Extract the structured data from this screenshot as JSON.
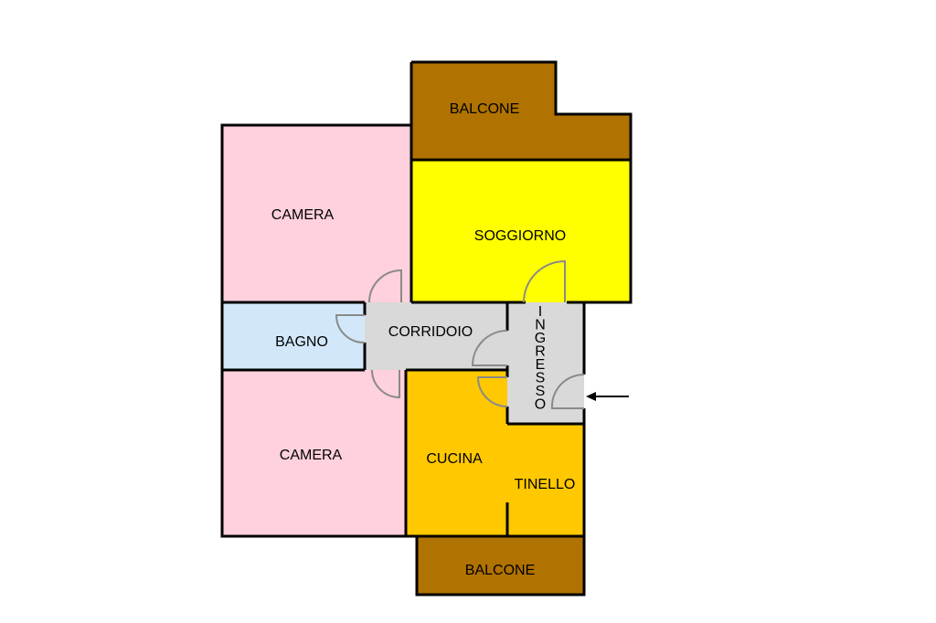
{
  "floorplan": {
    "colors": {
      "balcone": "#B07200",
      "soggiorno": "#FFFF00",
      "camera": "#FFD1DC",
      "bagno": "#D2E8FA",
      "corridoio": "#D9D9D9",
      "cucina": "#FFC800",
      "wall": "#000000"
    },
    "rooms": {
      "balcone_top": "BALCONE",
      "camera_top": "CAMERA",
      "soggiorno": "SOGGIORNO",
      "bagno": "BAGNO",
      "corridoio": "CORRIDOIO",
      "ingresso": "INGRESSO",
      "camera_bottom": "CAMERA",
      "cucina": "CUCINA",
      "tinello": "TINELLO",
      "balcone_bottom": "BALCONE"
    }
  }
}
